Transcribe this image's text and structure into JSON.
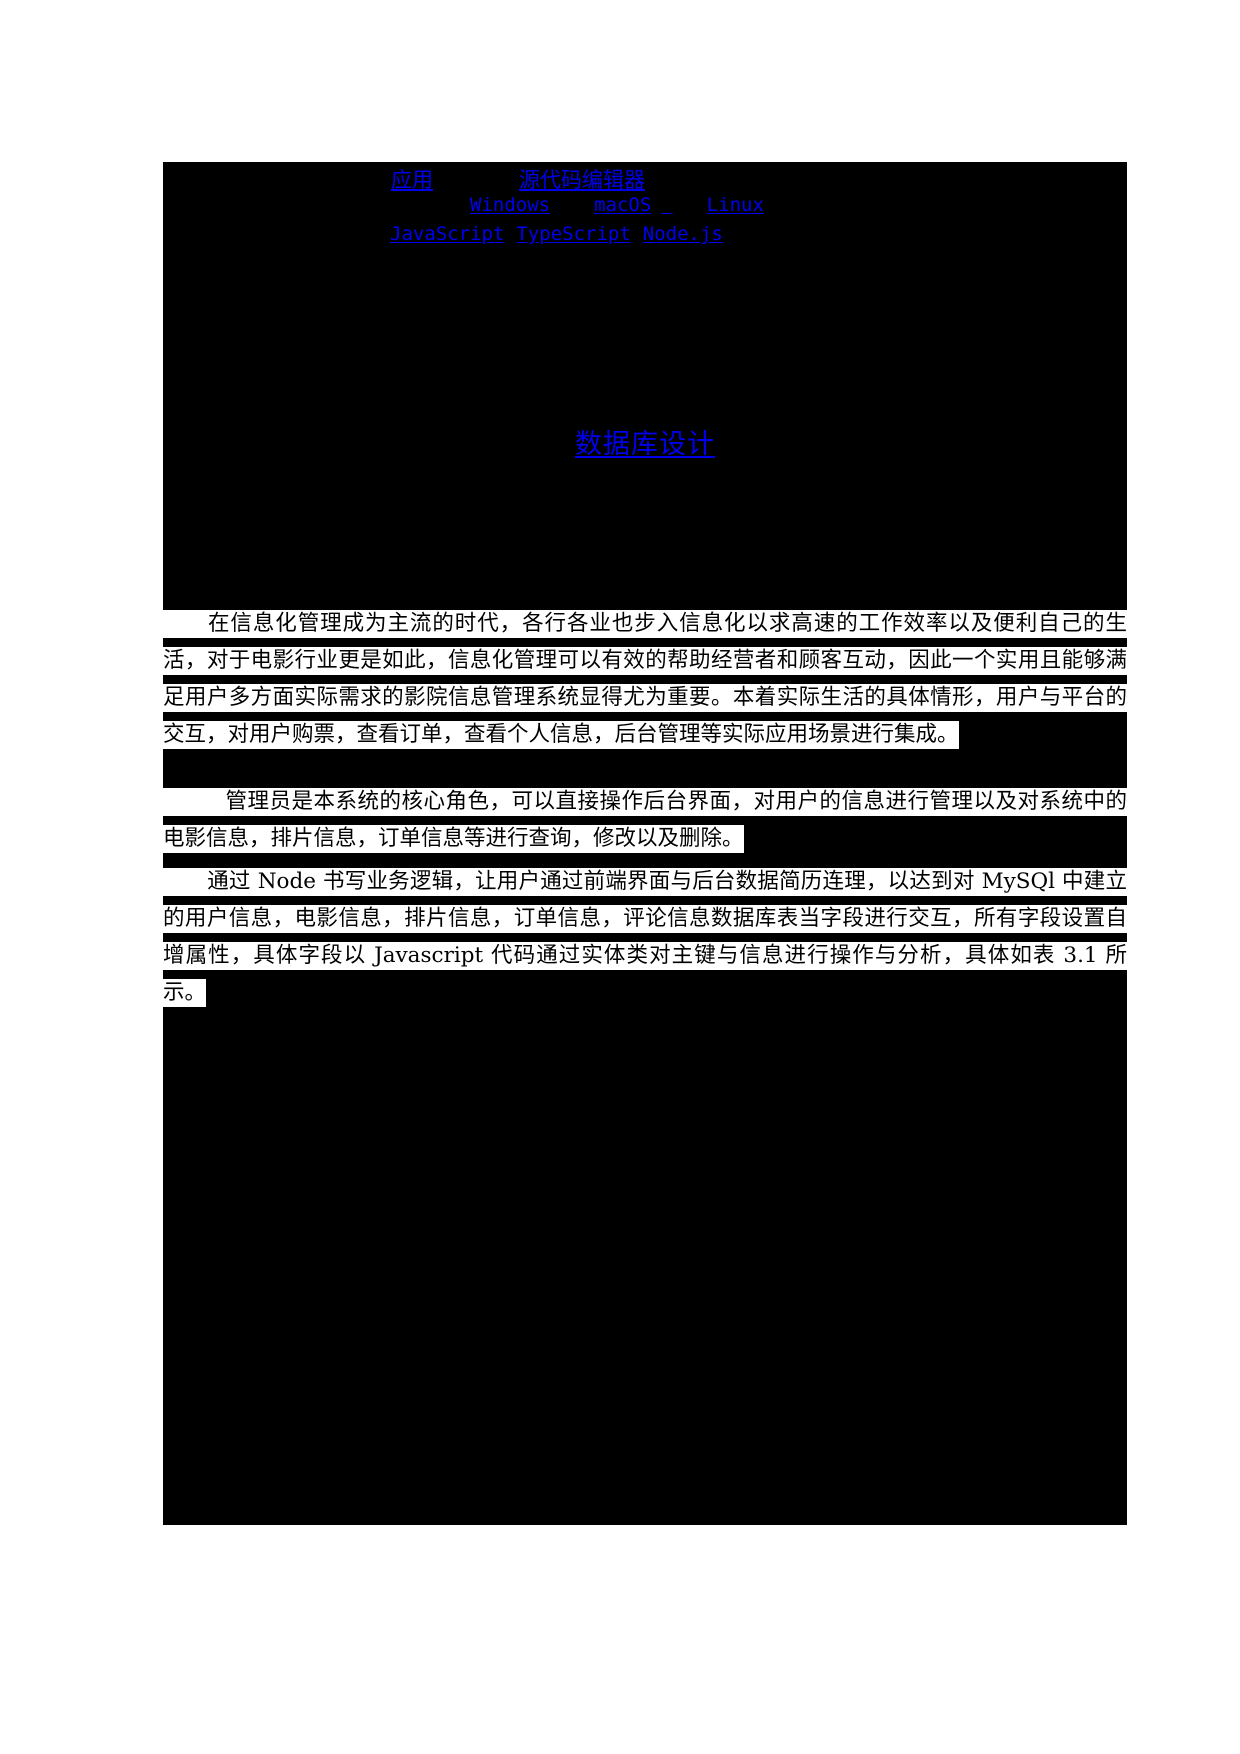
{
  "document": {
    "page_background": "#ffffff",
    "content_background": "#000000",
    "link_color": "#0000ee",
    "highlight_color": "#ffffff",
    "text_color": "#000000"
  },
  "links": {
    "row_apps": [
      {
        "label": "应用"
      },
      {
        "label": "源代码编辑器"
      }
    ],
    "row_platforms": [
      {
        "label": "Windows"
      },
      {
        "label": "macOS"
      },
      {
        "label": "Linux"
      }
    ],
    "row_languages": [
      {
        "label": "JavaScript"
      },
      {
        "label": "TypeScript"
      },
      {
        "label": "Node.js"
      }
    ]
  },
  "heading": {
    "title": "数据库设计"
  },
  "body": {
    "paragraphs": [
      {
        "id": "p1",
        "indent": "large",
        "text": "在信息化管理成为主流的时代，各行各业也步入信息化以求高速的工作效率以及便利自己的生活，对于电影行业更是如此，信息化管理可以有效的帮助经营者和顾客互动，因此一个实用且能够满足用户多方面实际需求的影院信息管理系统显得尤为重要。本着实际生活的具体情形，用户与平台的交互，对用户购票，查看订单，查看个人信息，后台管理等实际应用场景进行集成。"
      },
      {
        "id": "p2",
        "indent": "large",
        "text": "管理员是本系统的核心角色，可以直接操作后台界面，对用户的信息进行管理以及对系统中的电影信息，排片信息，订单信息等进行查询，修改以及删除。"
      },
      {
        "id": "p3",
        "indent": "small",
        "text": "通过 Node 书写业务逻辑，让用户通过前端界面与后台数据简历连理，以达到对 MySQl 中建立的用户信息，电影信息，排片信息，订单信息，评论信息数据库表当字段进行交互，所有字段设置自增属性，具体字段以 Javascript 代码通过实体类对主键与信息进行操作与分析，具体如表 3.1 所示。"
      }
    ]
  }
}
